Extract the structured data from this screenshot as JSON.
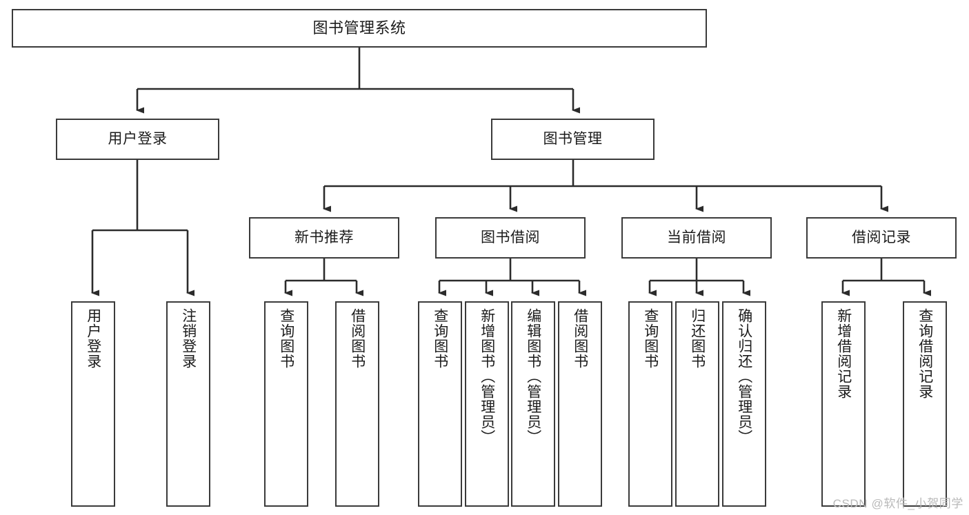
{
  "diagram": {
    "title": "图书管理系统",
    "type": "tree",
    "watermark": "CSDN @软件_小贺同学",
    "colors": {
      "background": "#ffffff",
      "box_border": "#3a3a3a",
      "box_fill": "#ffffff",
      "connector": "#2b2b2b",
      "text": "#1b1b1b",
      "watermark": "#b9b9b9"
    },
    "nodes": {
      "root": {
        "label": "图书管理系统"
      },
      "level2": [
        {
          "label": "用户登录"
        },
        {
          "label": "图书管理"
        }
      ],
      "level3": [
        {
          "label": "新书推荐"
        },
        {
          "label": "图书借阅"
        },
        {
          "label": "当前借阅"
        },
        {
          "label": "借阅记录"
        }
      ],
      "leaves": {
        "user_login": [
          {
            "label": "用户登录"
          },
          {
            "label": "注销登录"
          }
        ],
        "new_book_recommend": [
          {
            "label": "查询图书"
          },
          {
            "label": "借阅图书"
          }
        ],
        "book_borrow": [
          {
            "label": "查询图书"
          },
          {
            "label": "新增图书（管理员）"
          },
          {
            "label": "编辑图书（管理员）"
          },
          {
            "label": "借阅图书"
          }
        ],
        "current_borrow": [
          {
            "label": "查询图书"
          },
          {
            "label": "归还图书"
          },
          {
            "label": "确认归还（管理员）"
          }
        ],
        "borrow_record": [
          {
            "label": "新增借阅记录"
          },
          {
            "label": "查询借阅记录"
          }
        ]
      }
    },
    "hierarchy": {
      "图书管理系统": [
        "用户登录",
        "图书管理"
      ],
      "用户登录": [
        "用户登录",
        "注销登录"
      ],
      "图书管理": [
        "新书推荐",
        "图书借阅",
        "当前借阅",
        "借阅记录"
      ],
      "新书推荐": [
        "查询图书",
        "借阅图书"
      ],
      "图书借阅": [
        "查询图书",
        "新增图书（管理员）",
        "编辑图书（管理员）",
        "借阅图书"
      ],
      "当前借阅": [
        "查询图书",
        "归还图书",
        "确认归还（管理员）"
      ],
      "借阅记录": [
        "新增借阅记录",
        "查询借阅记录"
      ]
    }
  }
}
